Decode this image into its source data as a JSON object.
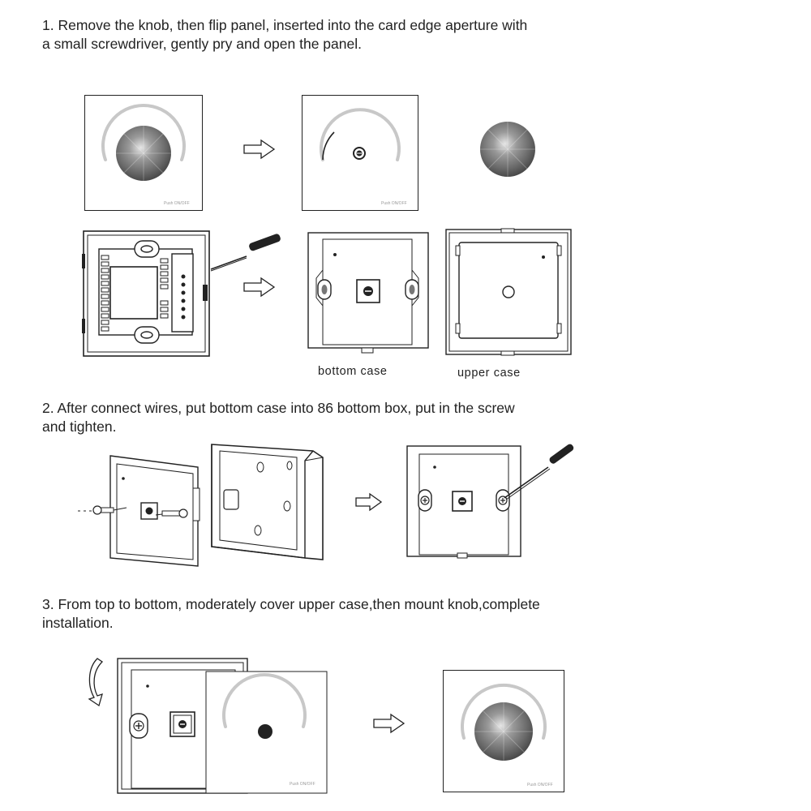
{
  "steps": {
    "s1": {
      "line1": "1. Remove the knob, then flip panel, inserted into the card edge aperture with",
      "line2": "a small screwdriver, gently pry and open the panel."
    },
    "s2": {
      "line1": "2. After connect wires, put bottom case into 86 bottom box, put in the screw",
      "line2": "and tighten."
    },
    "s3": {
      "line1": "3. From top to bottom, moderately cover upper case,then mount knob,complete",
      "line2": "installation."
    }
  },
  "captions": {
    "bottom_case": "bottom case",
    "upper_case": "upper case"
  },
  "panel_label": "Push ON/OFF",
  "colors": {
    "line": "#222222",
    "arc": "#c8c8c8",
    "knob_dark": "#555555",
    "knob_light": "#d0d0d0"
  }
}
